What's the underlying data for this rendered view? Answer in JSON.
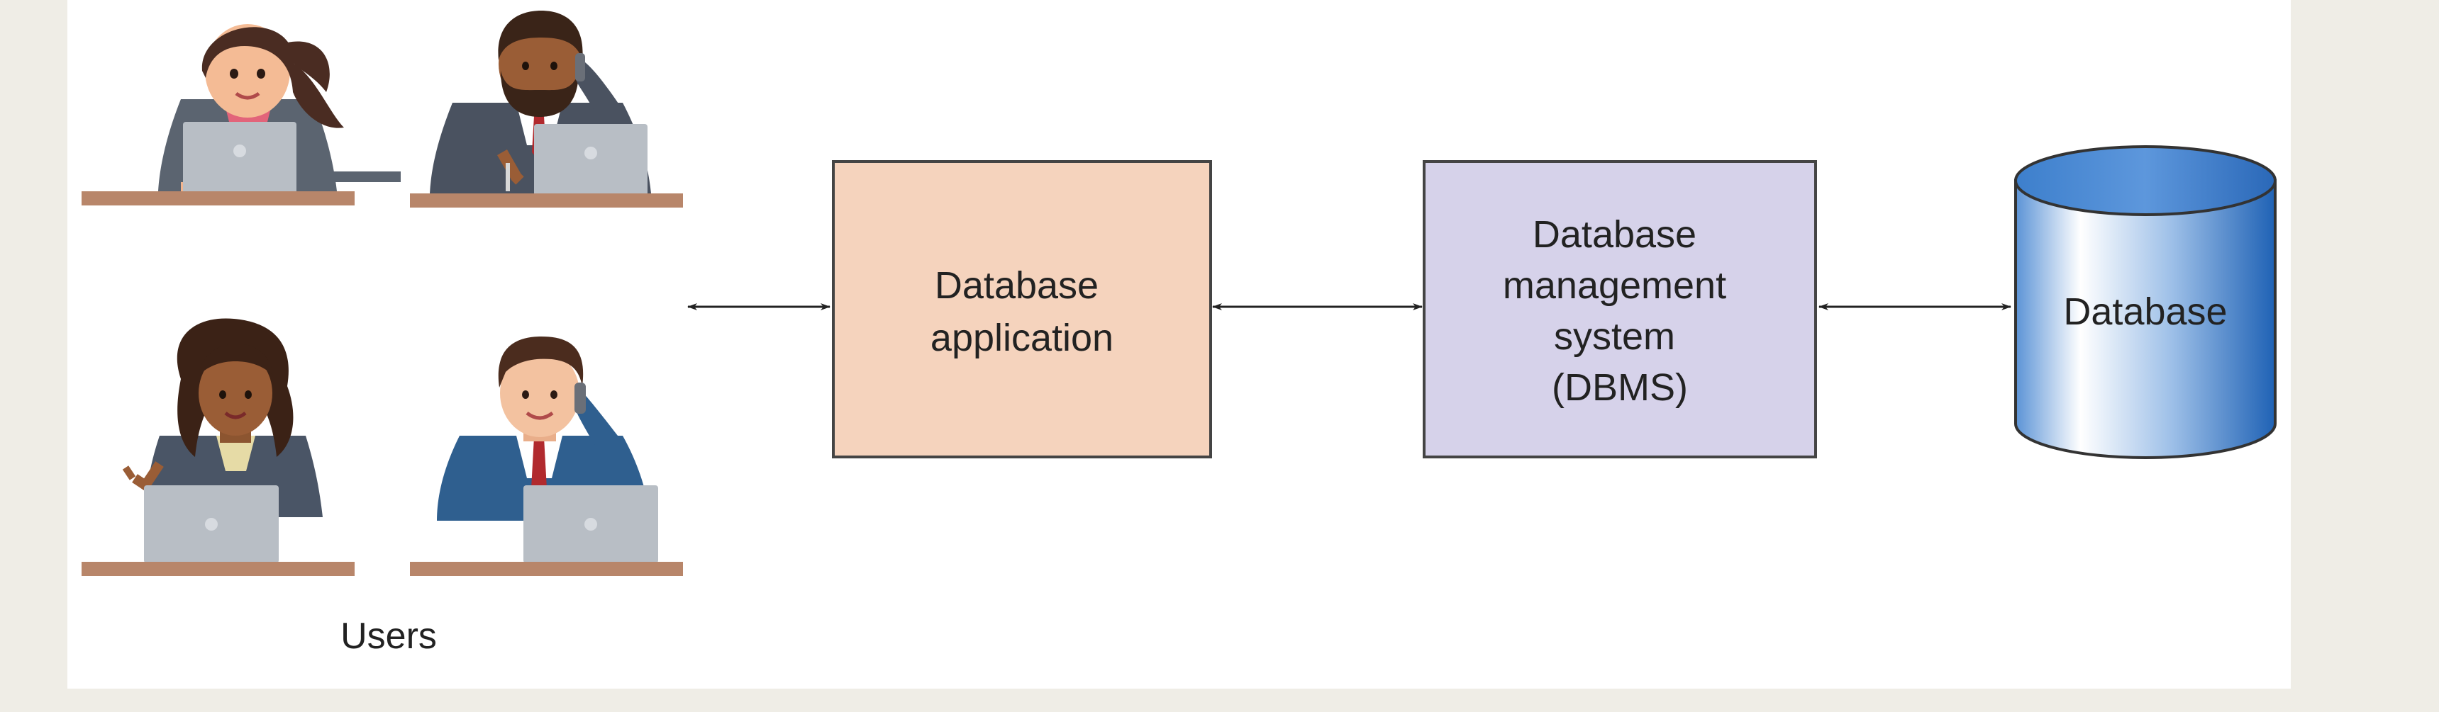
{
  "users": {
    "label": "Users"
  },
  "boxes": {
    "application": {
      "lines": [
        "Database",
        "application"
      ],
      "fill": "#f5d3bd"
    },
    "dbms": {
      "lines": [
        "Database",
        "management",
        "system",
        "(DBMS)"
      ],
      "fill": "#d6d2ea"
    }
  },
  "database": {
    "label": "Database",
    "color_light": "#ffffff",
    "color_dark": "#2a6fc0"
  },
  "arrows": {
    "type": "bidirectional",
    "color": "#222222"
  }
}
